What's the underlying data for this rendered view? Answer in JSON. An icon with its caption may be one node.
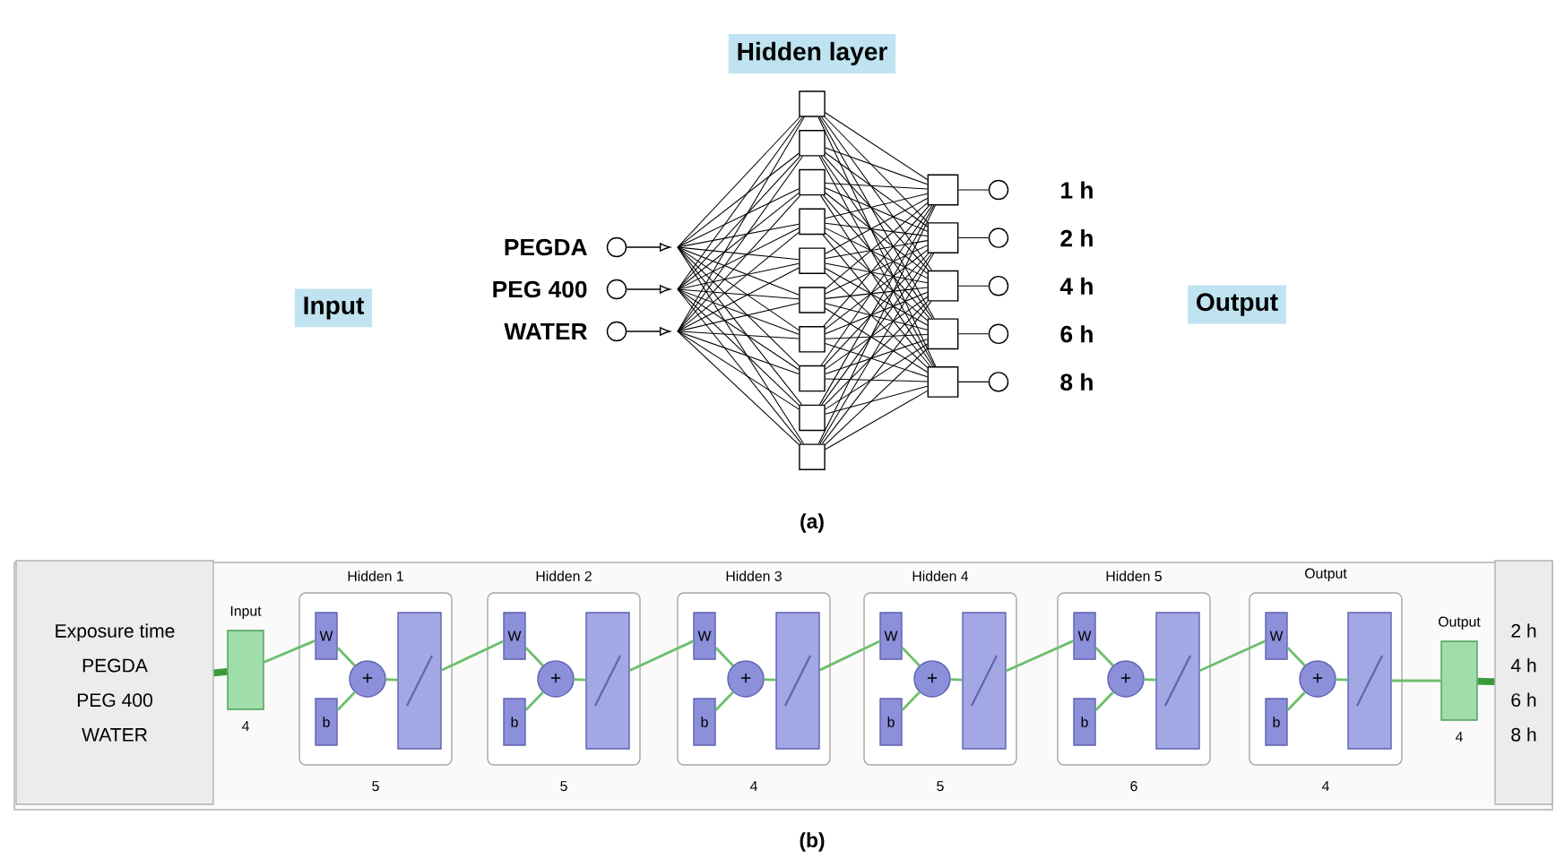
{
  "diagram": {
    "nodes": [
      {
        "text": [
          "Hidden layer"
        ]
      },
      {
        "text": [
          "Input"
        ]
      },
      {
        "text": [
          "Output"
        ]
      },
      {
        "text": [],
        "shape": "circle",
        "beside": [
          "PEGDA"
        ]
      },
      {
        "text": [],
        "shape": "circle",
        "beside": [
          "PEG 400"
        ]
      },
      {
        "text": [],
        "shape": "circle",
        "beside": [
          "WATER"
        ]
      },
      {
        "text": [],
        "shape": "box"
      },
      {
        "text": [],
        "shape": "box"
      },
      {
        "text": [],
        "shape": "box"
      },
      {
        "text": [],
        "shape": "box"
      },
      {
        "text": [],
        "shape": "box"
      },
      {
        "text": [],
        "shape": "box"
      },
      {
        "text": [],
        "shape": "box"
      },
      {
        "text": [],
        "shape": "box"
      },
      {
        "text": [],
        "shape": "box"
      },
      {
        "text": [],
        "shape": "box"
      },
      {
        "text": [],
        "shape": "box"
      },
      {
        "text": [],
        "shape": "box"
      },
      {
        "text": [],
        "shape": "box"
      },
      {
        "text": [],
        "shape": "box"
      },
      {
        "text": [],
        "shape": "box"
      },
      {
        "text": [],
        "shape": "circle",
        "beside": [
          "1 h"
        ]
      },
      {
        "text": [],
        "shape": "circle",
        "beside": [
          "2 h"
        ]
      },
      {
        "text": [],
        "shape": "circle",
        "beside": [
          "4 h"
        ]
      },
      {
        "text": [],
        "shape": "circle",
        "beside": [
          "6 h"
        ]
      },
      {
        "text": [],
        "shape": "circle",
        "beside": [
          "8 h"
        ]
      },
      {
        "text": [
          "Exposure time",
          "PEGDA",
          "PEG 400",
          "WATER"
        ]
      },
      {
        "text": [
          "Input"
        ],
        "beside": [
          "4"
        ]
      },
      {
        "text": [
          "Hidden 1"
        ],
        "beside": [
          "5"
        ]
      },
      {
        "text": [
          "W"
        ],
        "in": 28
      },
      {
        "text": [
          "b"
        ],
        "in": 28
      },
      {
        "text": [
          "+"
        ],
        "in": 28
      },
      {
        "text": [],
        "shape": "box",
        "in": 28
      },
      {
        "text": [
          "Hidden 2"
        ],
        "beside": [
          "5"
        ]
      },
      {
        "text": [
          "W"
        ],
        "in": 33
      },
      {
        "text": [
          "b"
        ],
        "in": 33
      },
      {
        "text": [
          "+"
        ],
        "in": 33
      },
      {
        "text": [],
        "shape": "box",
        "in": 33
      },
      {
        "text": [
          "Hidden 3"
        ],
        "beside": [
          "4"
        ]
      },
      {
        "text": [
          "W"
        ],
        "in": 38
      },
      {
        "text": [
          "b"
        ],
        "in": 38
      },
      {
        "text": [
          "+"
        ],
        "in": 38
      },
      {
        "text": [],
        "shape": "box",
        "in": 38
      },
      {
        "text": [
          "Hidden 4"
        ],
        "beside": [
          "5"
        ]
      },
      {
        "text": [
          "W"
        ],
        "in": 43
      },
      {
        "text": [
          "b"
        ],
        "in": 43
      },
      {
        "text": [
          "+"
        ],
        "in": 43
      },
      {
        "text": [],
        "shape": "box",
        "in": 43
      },
      {
        "text": [
          "Hidden 5"
        ],
        "beside": [
          "6"
        ]
      },
      {
        "text": [
          "W"
        ],
        "in": 48
      },
      {
        "text": [
          "b"
        ],
        "in": 48
      },
      {
        "text": [
          "+"
        ],
        "in": 48
      },
      {
        "text": [],
        "shape": "box",
        "in": 48
      },
      {
        "text": [
          "Output"
        ],
        "beside": [
          "4"
        ]
      },
      {
        "text": [
          "W"
        ],
        "in": 53
      },
      {
        "text": [
          "b"
        ],
        "in": 53
      },
      {
        "text": [
          "+"
        ],
        "in": 53
      },
      {
        "text": [],
        "shape": "box",
        "in": 53
      },
      {
        "text": [
          "Output"
        ],
        "beside": [
          "4"
        ]
      },
      {
        "text": [
          "2 h",
          "4 h",
          "6 h",
          "8 h"
        ]
      }
    ],
    "edges": [
      {
        "from": 3,
        "to": 6,
        "arrow": "none"
      },
      {
        "from": 3,
        "to": 7,
        "arrow": "none"
      },
      {
        "from": 3,
        "to": 8,
        "arrow": "none"
      },
      {
        "from": 3,
        "to": 9,
        "arrow": "none"
      },
      {
        "from": 3,
        "to": 10,
        "arrow": "none"
      },
      {
        "from": 3,
        "to": 11,
        "arrow": "none"
      },
      {
        "from": 3,
        "to": 12,
        "arrow": "none"
      },
      {
        "from": 3,
        "to": 13,
        "arrow": "none"
      },
      {
        "from": 3,
        "to": 14,
        "arrow": "none"
      },
      {
        "from": 3,
        "to": 15,
        "arrow": "none"
      },
      {
        "from": 4,
        "to": 6,
        "arrow": "none"
      },
      {
        "from": 4,
        "to": 7,
        "arrow": "none"
      },
      {
        "from": 4,
        "to": 8,
        "arrow": "none"
      },
      {
        "from": 4,
        "to": 9,
        "arrow": "none"
      },
      {
        "from": 4,
        "to": 10,
        "arrow": "none"
      },
      {
        "from": 4,
        "to": 11,
        "arrow": "none"
      },
      {
        "from": 4,
        "to": 12,
        "arrow": "none"
      },
      {
        "from": 4,
        "to": 13,
        "arrow": "none"
      },
      {
        "from": 4,
        "to": 14,
        "arrow": "none"
      },
      {
        "from": 4,
        "to": 15,
        "arrow": "none"
      },
      {
        "from": 5,
        "to": 6,
        "arrow": "none"
      },
      {
        "from": 5,
        "to": 7,
        "arrow": "none"
      },
      {
        "from": 5,
        "to": 8,
        "arrow": "none"
      },
      {
        "from": 5,
        "to": 9,
        "arrow": "none"
      },
      {
        "from": 5,
        "to": 10,
        "arrow": "none"
      },
      {
        "from": 5,
        "to": 11,
        "arrow": "none"
      },
      {
        "from": 5,
        "to": 12,
        "arrow": "none"
      },
      {
        "from": 5,
        "to": 13,
        "arrow": "none"
      },
      {
        "from": 5,
        "to": 14,
        "arrow": "none"
      },
      {
        "from": 5,
        "to": 15,
        "arrow": "none"
      },
      {
        "from": 6,
        "to": 16,
        "arrow": "none"
      },
      {
        "from": 6,
        "to": 17,
        "arrow": "none"
      },
      {
        "from": 6,
        "to": 18,
        "arrow": "none"
      },
      {
        "from": 6,
        "to": 19,
        "arrow": "none"
      },
      {
        "from": 6,
        "to": 20,
        "arrow": "none"
      },
      {
        "from": 7,
        "to": 16,
        "arrow": "none"
      },
      {
        "from": 7,
        "to": 17,
        "arrow": "none"
      },
      {
        "from": 7,
        "to": 18,
        "arrow": "none"
      },
      {
        "from": 7,
        "to": 19,
        "arrow": "none"
      },
      {
        "from": 7,
        "to": 20,
        "arrow": "none"
      },
      {
        "from": 8,
        "to": 16,
        "arrow": "none"
      },
      {
        "from": 8,
        "to": 17,
        "arrow": "none"
      },
      {
        "from": 8,
        "to": 18,
        "arrow": "none"
      },
      {
        "from": 8,
        "to": 19,
        "arrow": "none"
      },
      {
        "from": 8,
        "to": 20,
        "arrow": "none"
      },
      {
        "from": 9,
        "to": 16,
        "arrow": "none"
      },
      {
        "from": 9,
        "to": 17,
        "arrow": "none"
      },
      {
        "from": 9,
        "to": 18,
        "arrow": "none"
      },
      {
        "from": 9,
        "to": 19,
        "arrow": "none"
      },
      {
        "from": 9,
        "to": 20,
        "arrow": "none"
      },
      {
        "from": 10,
        "to": 16,
        "arrow": "none"
      },
      {
        "from": 10,
        "to": 17,
        "arrow": "none"
      },
      {
        "from": 10,
        "to": 18,
        "arrow": "none"
      },
      {
        "from": 10,
        "to": 19,
        "arrow": "none"
      },
      {
        "from": 10,
        "to": 20,
        "arrow": "none"
      },
      {
        "from": 11,
        "to": 16,
        "arrow": "none"
      },
      {
        "from": 11,
        "to": 17,
        "arrow": "none"
      },
      {
        "from": 11,
        "to": 18,
        "arrow": "none"
      },
      {
        "from": 11,
        "to": 19,
        "arrow": "none"
      },
      {
        "from": 11,
        "to": 20,
        "arrow": "none"
      },
      {
        "from": 12,
        "to": 16,
        "arrow": "none"
      },
      {
        "from": 12,
        "to": 17,
        "arrow": "none"
      },
      {
        "from": 12,
        "to": 18,
        "arrow": "none"
      },
      {
        "from": 12,
        "to": 19,
        "arrow": "none"
      },
      {
        "from": 12,
        "to": 20,
        "arrow": "none"
      },
      {
        "from": 13,
        "to": 16,
        "arrow": "none"
      },
      {
        "from": 13,
        "to": 17,
        "arrow": "none"
      },
      {
        "from": 13,
        "to": 18,
        "arrow": "none"
      },
      {
        "from": 13,
        "to": 19,
        "arrow": "none"
      },
      {
        "from": 13,
        "to": 20,
        "arrow": "none"
      },
      {
        "from": 14,
        "to": 16,
        "arrow": "none"
      },
      {
        "from": 14,
        "to": 17,
        "arrow": "none"
      },
      {
        "from": 14,
        "to": 18,
        "arrow": "none"
      },
      {
        "from": 14,
        "to": 19,
        "arrow": "none"
      },
      {
        "from": 14,
        "to": 20,
        "arrow": "none"
      },
      {
        "from": 15,
        "to": 16,
        "arrow": "none"
      },
      {
        "from": 15,
        "to": 17,
        "arrow": "none"
      },
      {
        "from": 15,
        "to": 18,
        "arrow": "none"
      },
      {
        "from": 15,
        "to": 19,
        "arrow": "none"
      },
      {
        "from": 15,
        "to": 20,
        "arrow": "none"
      },
      {
        "from": 16,
        "to": 21,
        "arrow": "none"
      },
      {
        "from": 17,
        "to": 22,
        "arrow": "none"
      },
      {
        "from": 18,
        "to": 23,
        "arrow": "none"
      },
      {
        "from": 19,
        "to": 24,
        "arrow": "none"
      },
      {
        "from": 20,
        "to": 25,
        "arrow": "none"
      },
      {
        "from": 26,
        "to": 27,
        "arrow": "none",
        "style": "thick",
        "color": "#3a9a3a"
      },
      {
        "from": 27,
        "to": 29,
        "arrow": "none",
        "color": "#6cbf6c"
      },
      {
        "from": 29,
        "to": 31,
        "arrow": "none",
        "color": "#6cbf6c"
      },
      {
        "from": 30,
        "to": 31,
        "arrow": "none",
        "color": "#6cbf6c"
      },
      {
        "from": 31,
        "to": 32,
        "arrow": "none",
        "color": "#6cbf6c"
      },
      {
        "from": 32,
        "to": 34,
        "arrow": "none",
        "color": "#6cbf6c"
      },
      {
        "from": 34,
        "to": 36,
        "arrow": "none",
        "color": "#6cbf6c"
      },
      {
        "from": 35,
        "to": 36,
        "arrow": "none",
        "color": "#6cbf6c"
      },
      {
        "from": 36,
        "to": 37,
        "arrow": "none",
        "color": "#6cbf6c"
      },
      {
        "from": 37,
        "to": 39,
        "arrow": "none",
        "color": "#6cbf6c"
      },
      {
        "from": 39,
        "to": 41,
        "arrow": "none",
        "color": "#6cbf6c"
      },
      {
        "from": 40,
        "to": 41,
        "arrow": "none",
        "color": "#6cbf6c"
      },
      {
        "from": 41,
        "to": 42,
        "arrow": "none",
        "color": "#6cbf6c"
      },
      {
        "from": 42,
        "to": 44,
        "arrow": "none",
        "color": "#6cbf6c"
      },
      {
        "from": 44,
        "to": 46,
        "arrow": "none",
        "color": "#6cbf6c"
      },
      {
        "from": 45,
        "to": 46,
        "arrow": "none",
        "color": "#6cbf6c"
      },
      {
        "from": 46,
        "to": 47,
        "arrow": "none",
        "color": "#6cbf6c"
      },
      {
        "from": 47,
        "to": 49,
        "arrow": "none",
        "color": "#6cbf6c"
      },
      {
        "from": 49,
        "to": 51,
        "arrow": "none",
        "color": "#6cbf6c"
      },
      {
        "from": 50,
        "to": 51,
        "arrow": "none",
        "color": "#6cbf6c"
      },
      {
        "from": 51,
        "to": 52,
        "arrow": "none",
        "color": "#6cbf6c"
      },
      {
        "from": 52,
        "to": 54,
        "arrow": "none",
        "color": "#6cbf6c"
      },
      {
        "from": 54,
        "to": 56,
        "arrow": "none",
        "color": "#6cbf6c"
      },
      {
        "from": 55,
        "to": 56,
        "arrow": "none",
        "color": "#6cbf6c"
      },
      {
        "from": 56,
        "to": 57,
        "arrow": "none",
        "color": "#6cbf6c"
      },
      {
        "from": 57,
        "to": 58,
        "arrow": "none",
        "color": "#6cbf6c"
      },
      {
        "from": 58,
        "to": 59,
        "arrow": "none",
        "style": "thick",
        "color": "#3a9a3a"
      }
    ],
    "labels": [
      "(a)",
      "(b)"
    ]
  }
}
